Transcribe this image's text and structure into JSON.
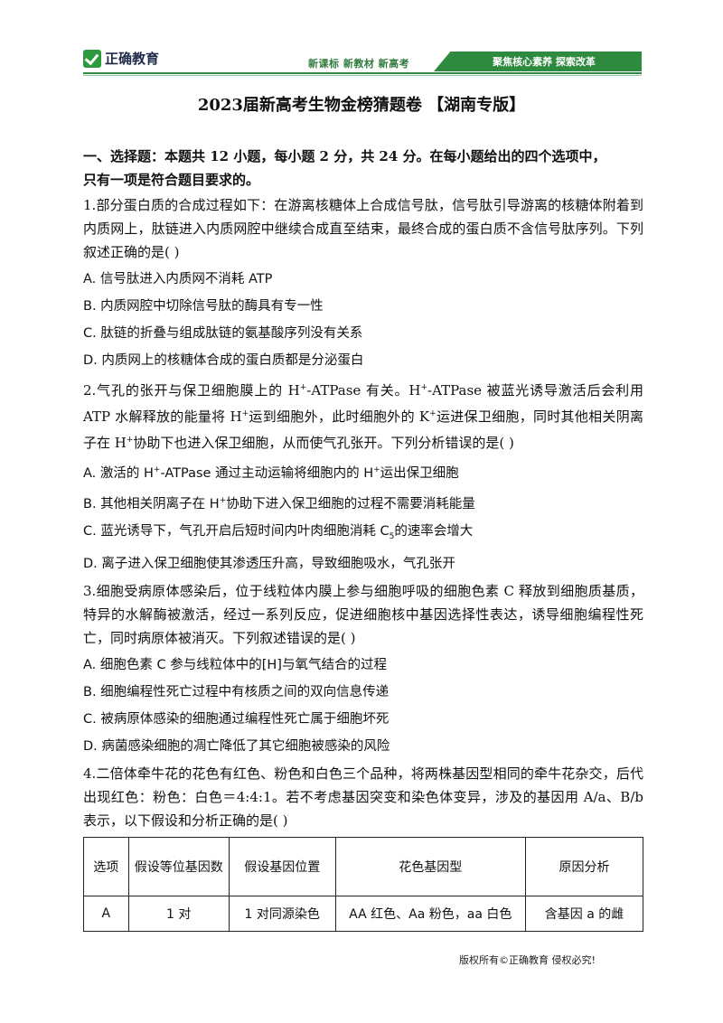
{
  "header": {
    "logo_text": "正确教育",
    "tag_new": "新课标 新教材 新高考",
    "tag_focus": "聚焦核心素养 探索改革"
  },
  "title": "2023届新高考生物金榜猜题卷 【湖南专版】",
  "section1": {
    "heading_1": "一、选择题：本题共 12 小题，每小题 2 分，共 24 分。在每小题给出的四个选项中，",
    "heading_2": "只有一项是符合题目要求的。"
  },
  "questions": {
    "q1": {
      "stem": "1.部分蛋白质的合成过程如下：在游离核糖体上合成信号肽，信号肽引导游离的核糖体附着到内质网上，肽链进入内质网腔中继续合成直至结束，最终合成的蛋白质不含信号肽序列。下列叙述正确的是( )",
      "A": "A. 信号肽进入内质网不消耗 ATP",
      "B": "B. 内质网腔中切除信号肽的酶具有专一性",
      "C": "C. 肽链的折叠与组成肽链的氨基酸序列没有关系",
      "D": "D. 内质网上的核糖体合成的蛋白质都是分泌蛋白"
    },
    "q2": {
      "s1": "2.气孔的张开与保卫细胞膜上的 H",
      "s2": "-ATPase 有关。H",
      "s3": "-ATPase 被蓝光诱导激活后会利用 ATP 水解释放的能量将 H",
      "s4": "运到细胞外，此时细胞外的 K",
      "s5": "运进保卫细胞，同时其他相关阴离子在 H",
      "s6": "协助下也进入保卫细胞，从而使气孔张开。下列分析错误的是( )",
      "plus": "+",
      "A1": "A. 激活的 H",
      "A2": "-ATPase 通过主动运输将细胞内的 H",
      "A3": "运出保卫细胞",
      "B1": "B. 其他相关阴离子在 H",
      "B2": "协助下进入保卫细胞的过程不需要消耗能量",
      "C1": "C. 蓝光诱导下，气孔开启后短时间内叶肉细胞消耗 C",
      "C_sub": "5",
      "C2": "的速率会增大",
      "D": "D. 离子进入保卫细胞使其渗透压升高，导致细胞吸水，气孔张开"
    },
    "q3": {
      "stem": "3.细胞受病原体感染后，位于线粒体内膜上参与细胞呼吸的细胞色素 C 释放到细胞质基质，特异的水解酶被激活，经过一系列反应，促进细胞核中基因选择性表达，诱导细胞编程性死亡，同时病原体被消灭。下列叙述错误的是( )",
      "A": "A. 细胞色素 C 参与线粒体中的[H]与氧气结合的过程",
      "B": "B. 细胞编程性死亡过程中有核质之间的双向信息传递",
      "C": "C. 被病原体感染的细胞通过编程性死亡属于细胞坏死",
      "D": "D. 病菌感染细胞的凋亡降低了其它细胞被感染的风险"
    },
    "q4": {
      "stem": "4.二倍体牵牛花的花色有红色、粉色和白色三个品种，将两株基因型相同的牵牛花杂交，后代出现红色：粉色：白色＝4:4:1。若不考虑基因突变和染色体变异，涉及的基因用 A/a、B/b 表示，以下假设和分析正确的是( )"
    }
  },
  "table": {
    "headers": [
      "选项",
      "假设等位基因数",
      "假设基因位置",
      "花色基因型",
      "原因分析"
    ],
    "row_a": [
      "A",
      "1 对",
      "1 对同源染色",
      "AA 红色、Aa 粉色，aa 白色",
      "含基因 a 的雌"
    ]
  },
  "footer": "版权所有©正确教育 侵权必究!"
}
